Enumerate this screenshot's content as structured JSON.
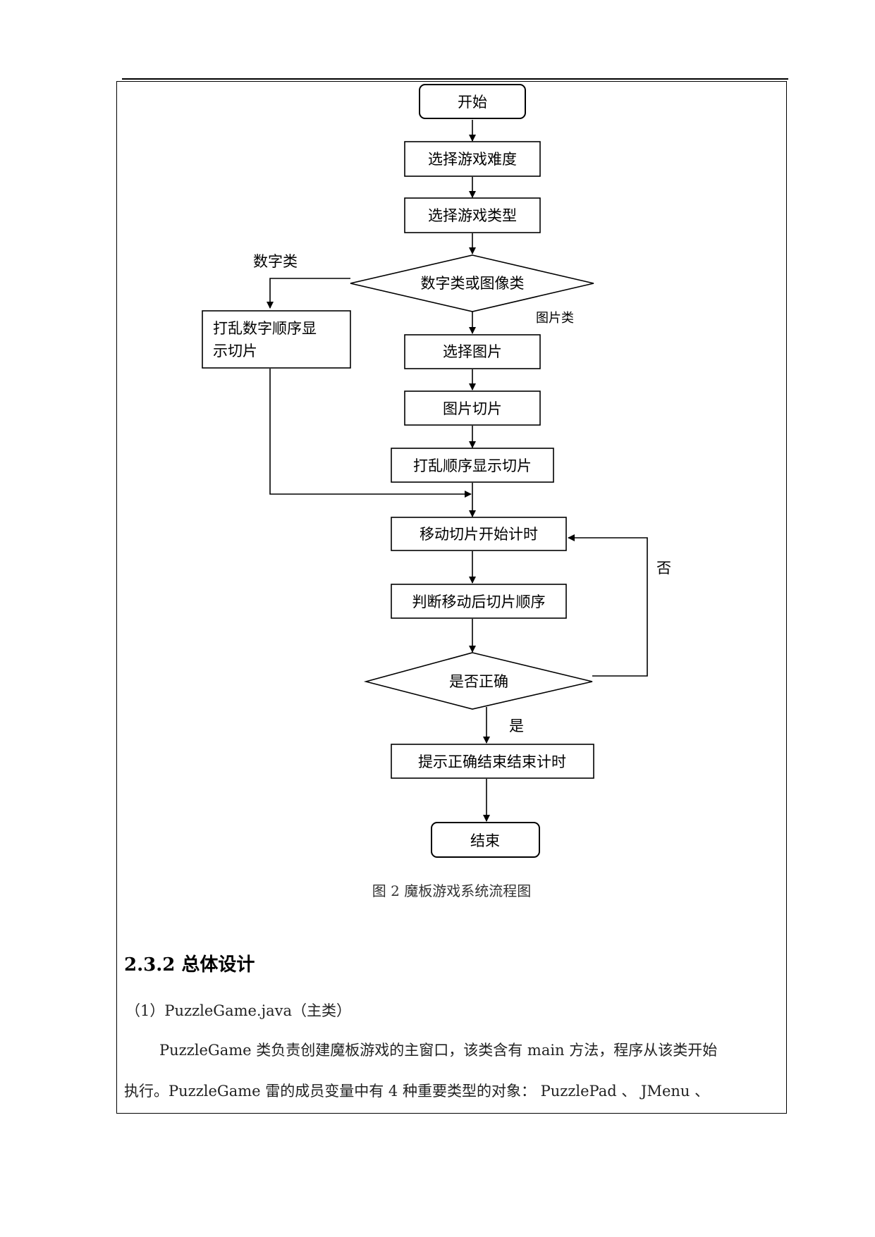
{
  "flowchart": {
    "start": "开始",
    "select_difficulty": "选择游戏难度",
    "select_type": "选择游戏类型",
    "decision_type": "数字类或图像类",
    "branch_number": "数字类",
    "branch_image": "图片类",
    "shuffle_numbers_line1": "打乱数字顺序显",
    "shuffle_numbers_line2": "示切片",
    "select_image": "选择图片",
    "image_slice": "图片切片",
    "shuffle_display": "打乱顺序显示切片",
    "move_start_timer": "移动切片开始计时",
    "judge_order": "判断移动后切片顺序",
    "decision_correct": "是否正确",
    "label_no": "否",
    "label_yes": "是",
    "prompt_end": "提示正确结束结束计时",
    "end": "结束"
  },
  "caption": "图 2 魔板游戏系统流程图",
  "section": {
    "title": "2.3.2 总体设计",
    "subtitle": "（1）PuzzleGame.java（主类）",
    "para_line1": "PuzzleGame 类负责创建魔板游戏的主窗口，该类含有 main 方法，程序从该类开始",
    "para_line2": "执行。PuzzleGame 雷的成员变量中有 4 种重要类型的对象： PuzzlePad 、 JMenu 、"
  }
}
